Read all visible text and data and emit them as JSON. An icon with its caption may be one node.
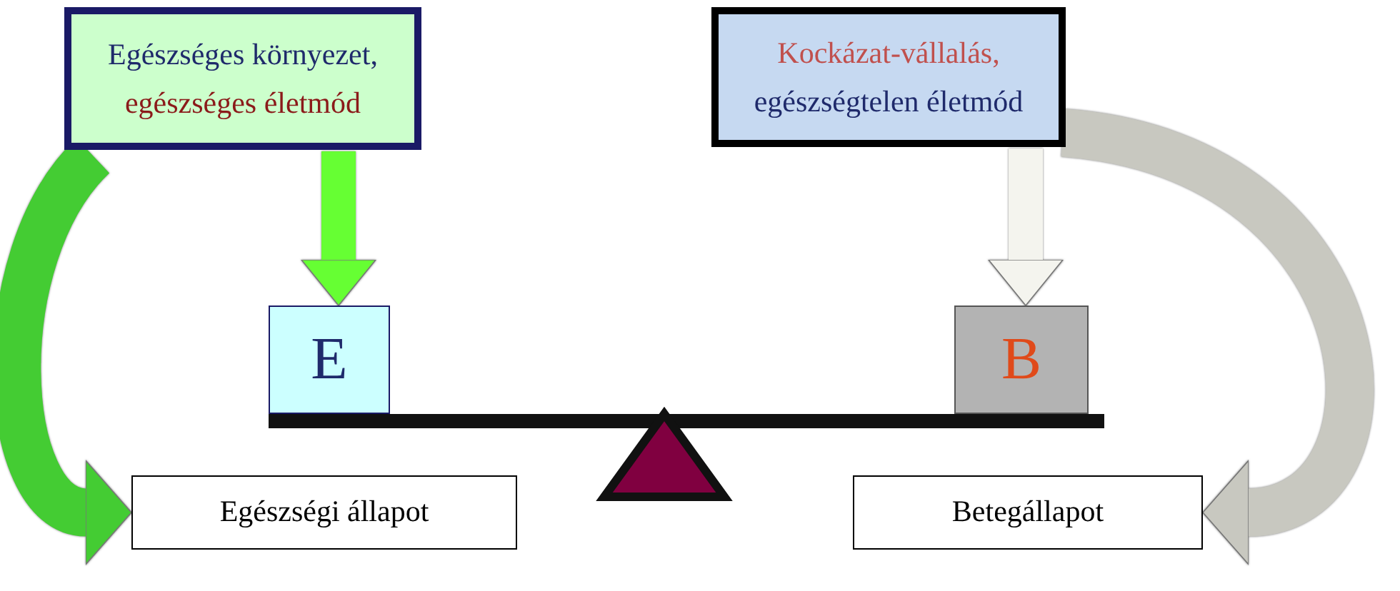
{
  "diagram": {
    "nodes": [
      {
        "text": [
          "Egészséges környezet,",
          "egészséges életmód"
        ]
      },
      {
        "text": [
          "Kockázat-vállalás,",
          "egészségtelen életmód"
        ]
      },
      {
        "text": [
          "E"
        ]
      },
      {
        "text": [
          "B"
        ]
      },
      {
        "text": [
          "Egészségi állapot"
        ]
      },
      {
        "text": [
          "Betegállapot"
        ]
      }
    ],
    "edges": [
      {
        "from": 0,
        "to": 2,
        "arrow": "to",
        "color": "#66ff33"
      },
      {
        "from": 1,
        "to": 3,
        "arrow": "to",
        "color": "#f4f4ee"
      },
      {
        "from": 0,
        "to": 4,
        "arrow": "to",
        "color": "#44cc33"
      },
      {
        "from": 1,
        "to": 5,
        "arrow": "to",
        "color": "#c8c8c0"
      }
    ]
  }
}
